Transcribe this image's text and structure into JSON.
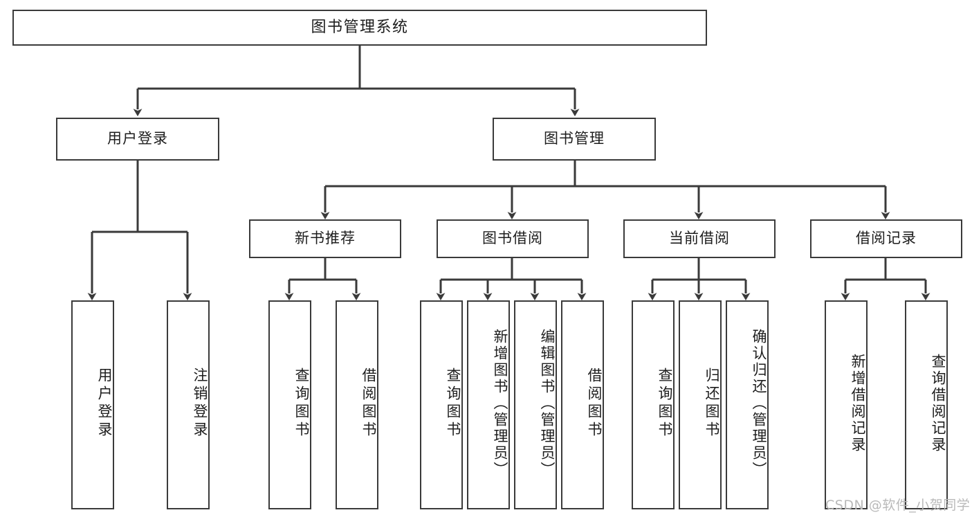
{
  "diagram": {
    "title": "图书管理系统",
    "type": "tree-hierarchy-chart",
    "stroke_color": "#3a3a3a",
    "fill_color": "#ffffff",
    "text_color": "#1d1d1d"
  },
  "nodes": {
    "root": {
      "label": "图书管理系统"
    },
    "level2": [
      {
        "label": "用户登录"
      },
      {
        "label": "图书管理"
      }
    ],
    "level3": [
      {
        "label": "新书推荐"
      },
      {
        "label": "图书借阅"
      },
      {
        "label": "当前借阅"
      },
      {
        "label": "借阅记录"
      }
    ],
    "leaves_user_login": [
      {
        "label": "用户登录"
      },
      {
        "label": "注销登录"
      }
    ],
    "leaves_new_book": [
      {
        "label": "查询图书"
      },
      {
        "label": "借阅图书"
      }
    ],
    "leaves_borrow": [
      {
        "label": "查询图书"
      },
      {
        "label": "新增图书（管理员）"
      },
      {
        "label": "编辑图书（管理员）"
      },
      {
        "label": "借阅图书"
      }
    ],
    "leaves_current": [
      {
        "label": "查询图书"
      },
      {
        "label": "归还图书"
      },
      {
        "label": "确认归还（管理员）"
      }
    ],
    "leaves_record": [
      {
        "label": "新增借阅记录"
      },
      {
        "label": "查询借阅记录"
      }
    ]
  },
  "watermark": {
    "text": "CSDN @软件_小贺同学"
  }
}
